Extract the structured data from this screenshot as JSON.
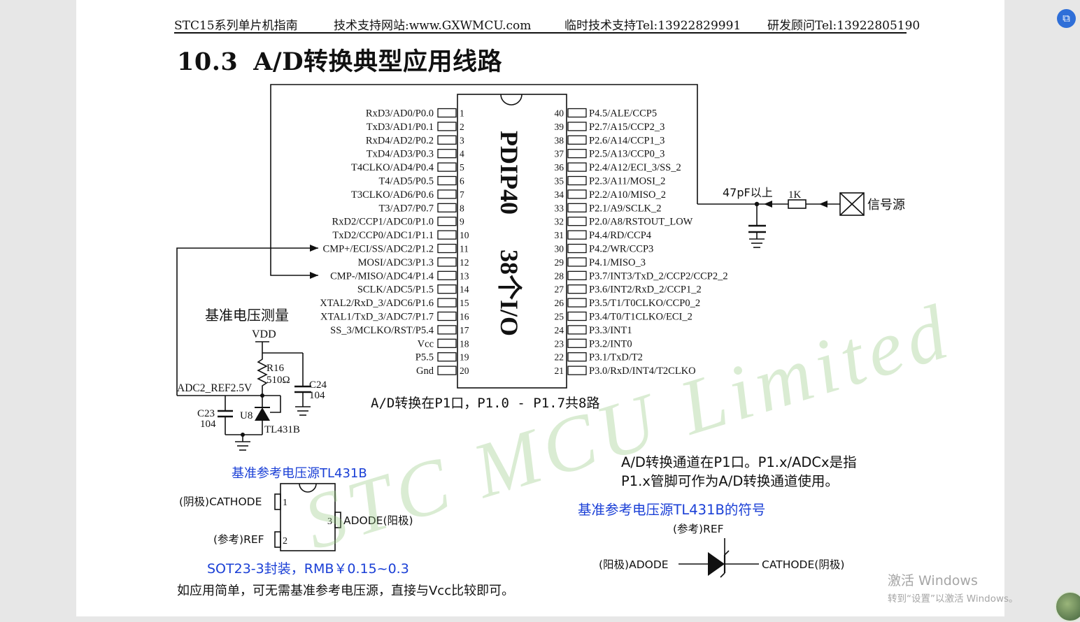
{
  "header": {
    "book": "STC15系列单片机指南",
    "website": "技术支持网站:www.GXWMCU.com",
    "tel_temp": "临时技术支持Tel:13922829991",
    "tel_rd": "研发顾问Tel:13922805190"
  },
  "section_title": {
    "number": "10.3",
    "text": "A/D转换典型应用线路"
  },
  "chip": {
    "package": "PDIP40",
    "io_label": "38个I/O",
    "left_pins": [
      {
        "n": "1",
        "label": "RxD3/AD0/P0.0"
      },
      {
        "n": "2",
        "label": "TxD3/AD1/P0.1"
      },
      {
        "n": "3",
        "label": "RxD4/AD2/P0.2"
      },
      {
        "n": "4",
        "label": "TxD4/AD3/P0.3"
      },
      {
        "n": "5",
        "label": "T4CLKO/AD4/P0.4"
      },
      {
        "n": "6",
        "label": "T4/AD5/P0.5"
      },
      {
        "n": "7",
        "label": "T3CLKO/AD6/P0.6"
      },
      {
        "n": "8",
        "label": "T3/AD7/P0.7"
      },
      {
        "n": "9",
        "label": "RxD2/CCP1/ADC0/P1.0"
      },
      {
        "n": "10",
        "label": "TxD2/CCP0/ADC1/P1.1"
      },
      {
        "n": "11",
        "label": "CMP+/ECI/SS/ADC2/P1.2"
      },
      {
        "n": "12",
        "label": "MOSI/ADC3/P1.3"
      },
      {
        "n": "13",
        "label": "CMP-/MISO/ADC4/P1.4"
      },
      {
        "n": "14",
        "label": "SCLK/ADC5/P1.5"
      },
      {
        "n": "15",
        "label": "XTAL2/RxD_3/ADC6/P1.6"
      },
      {
        "n": "16",
        "label": "XTAL1/TxD_3/ADC7/P1.7"
      },
      {
        "n": "17",
        "label": "SS_3/MCLKO/RST/P5.4"
      },
      {
        "n": "18",
        "label": "Vcc"
      },
      {
        "n": "19",
        "label": "P5.5"
      },
      {
        "n": "20",
        "label": "Gnd"
      }
    ],
    "right_pins": [
      {
        "n": "40",
        "label": "P4.5/ALE/CCP5"
      },
      {
        "n": "39",
        "label": "P2.7/A15/CCP2_3"
      },
      {
        "n": "38",
        "label": "P2.6/A14/CCP1_3"
      },
      {
        "n": "37",
        "label": "P2.5/A13/CCP0_3"
      },
      {
        "n": "36",
        "label": "P2.4/A12/ECI_3/SS_2"
      },
      {
        "n": "35",
        "label": "P2.3/A11/MOSI_2"
      },
      {
        "n": "34",
        "label": "P2.2/A10/MISO_2"
      },
      {
        "n": "33",
        "label": "P2.1/A9/SCLK_2"
      },
      {
        "n": "32",
        "label": "P2.0/A8/RSTOUT_LOW"
      },
      {
        "n": "31",
        "label": "P4.4/RD/CCP4"
      },
      {
        "n": "30",
        "label": "P4.2/WR/CCP3"
      },
      {
        "n": "29",
        "label": "P4.1/MISO_3"
      },
      {
        "n": "28",
        "label": "P3.7/INT3/TxD_2/CCP2/CCP2_2"
      },
      {
        "n": "27",
        "label": "P3.6/INT2/RxD_2/CCP1_2"
      },
      {
        "n": "26",
        "label": "P3.5/T1/T0CLKO/CCP0_2"
      },
      {
        "n": "25",
        "label": "P3.4/T0/T1CLKO/ECI_2"
      },
      {
        "n": "24",
        "label": "P3.3/INT1"
      },
      {
        "n": "23",
        "label": "P3.2/INT0"
      },
      {
        "n": "22",
        "label": "P3.1/TxD/T2"
      },
      {
        "n": "21",
        "label": "P3.0/RxD/INT4/T2CLKO"
      }
    ]
  },
  "signal": {
    "cap": "47pF以上",
    "res": "1K",
    "source": "信号源"
  },
  "ref_circuit": {
    "title": "基准电压测量",
    "vdd": "VDD",
    "r16": "R16",
    "r16_val": "510Ω",
    "c24": "C24",
    "c24_val": "104",
    "adc_ref": "ADC2_REF2.5V",
    "c23": "C23",
    "c23_val": "104",
    "u8": "U8",
    "tl431": "TL431B"
  },
  "adc_note": "A/D转换在P1口，P1.0 - P1.7共8路",
  "tl431_pkg": {
    "title": "基准参考电压源TL431B",
    "pin1": "(阴极)CATHODE",
    "pin1_n": "1",
    "pin2": "(参考)REF",
    "pin2_n": "2",
    "pin3": "ADODE(阳极)",
    "pin3_n": "3",
    "price": "SOT23-3封装，RMB￥0.15~0.3"
  },
  "footnote": "如应用简单，可无需基准参考电压源，直接与Vcc比较即可。",
  "channel_note": {
    "line1": "A/D转换通道在P1口。P1.x/ADCx是指",
    "line2": "P1.x管脚可作为A/D转换通道使用。"
  },
  "symbol": {
    "title": "基准参考电压源TL431B的符号",
    "ref": "(参考)REF",
    "anode": "(阳极)ADODE",
    "cathode": "CATHODE(阴极)"
  },
  "watermark": "STC MCU Limited",
  "windows": {
    "line1": "激活 Windows",
    "line2": "转到“设置”以激活 Windows。"
  }
}
